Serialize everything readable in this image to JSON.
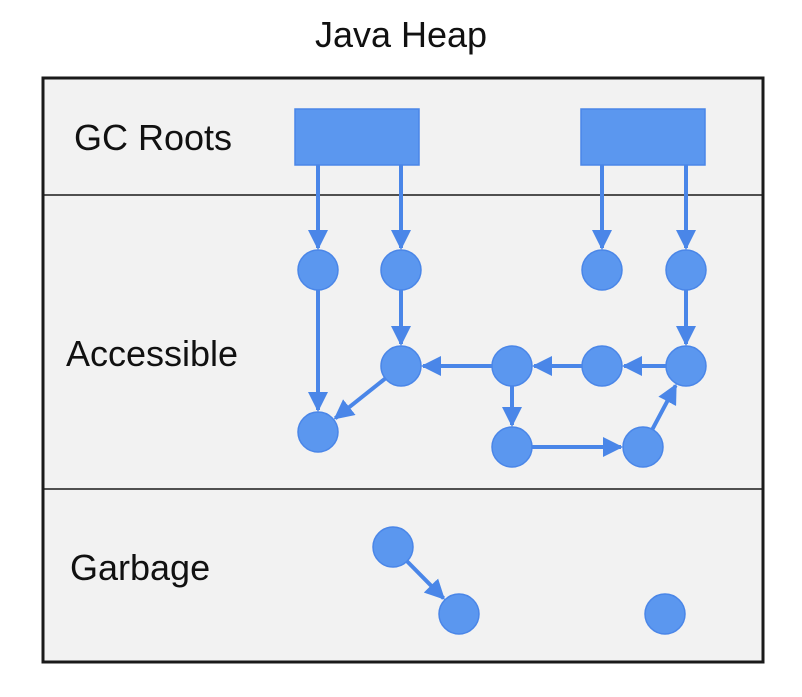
{
  "title": "Java Heap",
  "sections": {
    "roots": "GC Roots",
    "accessible": "Accessible",
    "garbage": "Garbage"
  },
  "colors": {
    "node_fill": "#5b97ef",
    "node_stroke": "#4a86e8",
    "edge": "#4a86e8",
    "panel": "#f2f2f2",
    "border": "#1a1a1a"
  },
  "nodes": [
    {
      "id": "root1",
      "kind": "root"
    },
    {
      "id": "root2",
      "kind": "root"
    },
    {
      "id": "a1",
      "kind": "object"
    },
    {
      "id": "a2",
      "kind": "object"
    },
    {
      "id": "a3",
      "kind": "object"
    },
    {
      "id": "a4",
      "kind": "object"
    },
    {
      "id": "a5",
      "kind": "object"
    },
    {
      "id": "a6",
      "kind": "object"
    },
    {
      "id": "a7",
      "kind": "object"
    },
    {
      "id": "a8",
      "kind": "object"
    },
    {
      "id": "a9",
      "kind": "object"
    },
    {
      "id": "a10",
      "kind": "object"
    },
    {
      "id": "a11",
      "kind": "object"
    },
    {
      "id": "g1",
      "kind": "object"
    },
    {
      "id": "g2",
      "kind": "object"
    },
    {
      "id": "g3",
      "kind": "object"
    }
  ],
  "edges": [
    [
      "root1",
      "a1"
    ],
    [
      "root1",
      "a2"
    ],
    [
      "root2",
      "a3"
    ],
    [
      "root2",
      "a4"
    ],
    [
      "a1",
      "a9"
    ],
    [
      "a2",
      "a5"
    ],
    [
      "a4",
      "a8"
    ],
    [
      "a8",
      "a7"
    ],
    [
      "a7",
      "a6"
    ],
    [
      "a6",
      "a5"
    ],
    [
      "a5",
      "a9"
    ],
    [
      "a6",
      "a10"
    ],
    [
      "a10",
      "a11"
    ],
    [
      "a11",
      "a8"
    ],
    [
      "g1",
      "g2"
    ]
  ]
}
